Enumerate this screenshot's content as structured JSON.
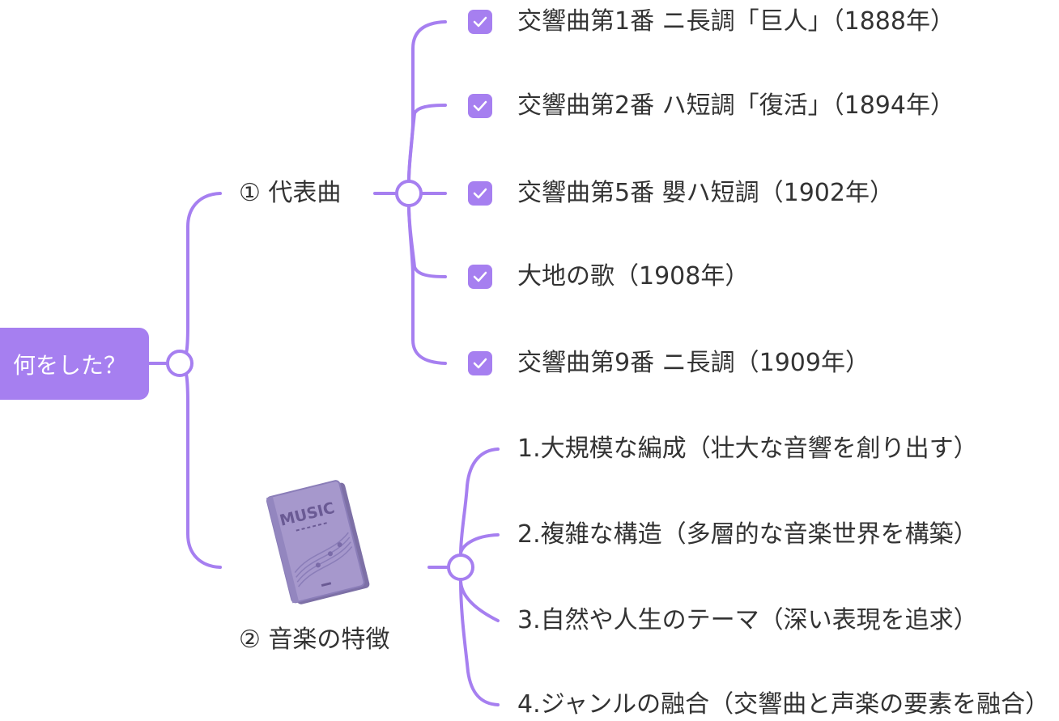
{
  "root": {
    "label": "何をした？"
  },
  "branches": [
    {
      "label": "① 代表曲",
      "items": [
        {
          "text": "交響曲第1番 ニ長調「巨人」（1888年）",
          "checked": true
        },
        {
          "text": "交響曲第2番 ハ短調「復活」（1894年）",
          "checked": true
        },
        {
          "text": "交響曲第5番 嬰ハ短調（1902年）",
          "checked": true
        },
        {
          "text": "大地の歌（1908年）",
          "checked": true
        },
        {
          "text": "交響曲第9番 ニ長調（1909年）",
          "checked": true
        }
      ]
    },
    {
      "label": "② 音楽の特徴",
      "image": {
        "icon": "music-book-icon",
        "text": "MUSIC"
      },
      "items": [
        {
          "text": "1.大規模な編成（壮大な音響を創り出す）"
        },
        {
          "text": "2.複雑な構造（多層的な音楽世界を構築）"
        },
        {
          "text": "3.自然や人生のテーマ（深い表現を追求）"
        },
        {
          "text": "4.ジャンルの融合（交響曲と声楽の要素を融合）"
        }
      ]
    }
  ],
  "colors": {
    "accent": "#a67ff0",
    "text": "#333333",
    "background": "#ffffff"
  }
}
